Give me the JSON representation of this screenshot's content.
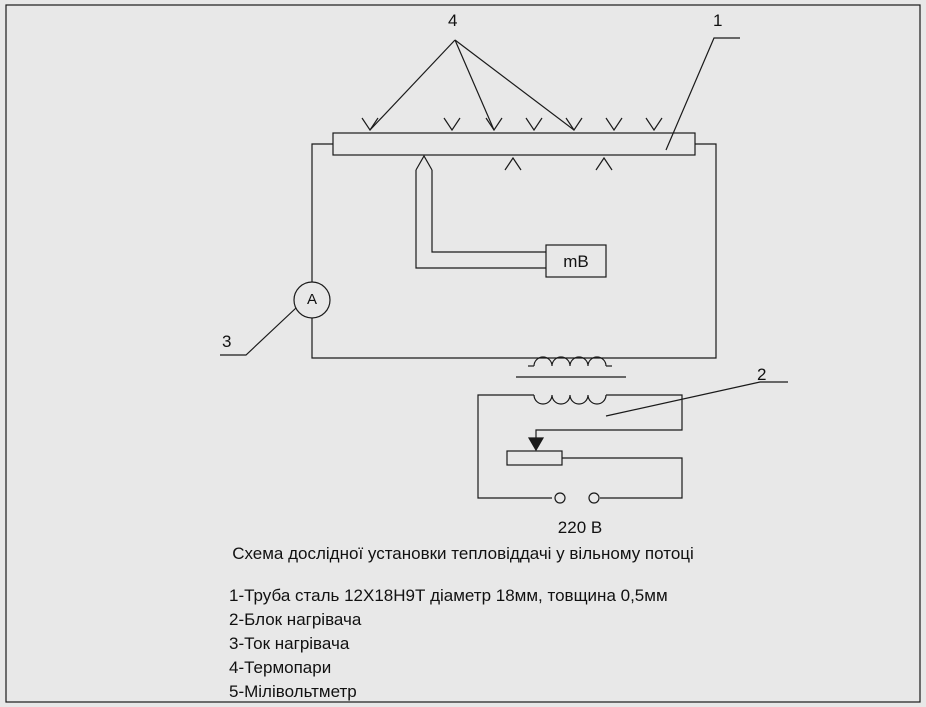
{
  "diagram": {
    "labels": {
      "thermocouples_num": "4",
      "tube_num": "1",
      "heater_block_num": "2",
      "ammeter_num": "3"
    },
    "ammeter_symbol": "А",
    "millivoltmeter_symbol": "mВ",
    "voltage": "220 В",
    "caption": "Схема дослідної установки тепловіддачі у вільному потоці",
    "legend": [
      "1-Труба сталь 12Х18Н9Т діаметр 18мм, товщина 0,5мм",
      "2-Блок нагрівача",
      "3-Ток нагрівача",
      "4-Термопари",
      "5-Мілівольтметр"
    ],
    "colors": {
      "line": "#1a1a1a",
      "background": "#e8e8e8"
    }
  }
}
